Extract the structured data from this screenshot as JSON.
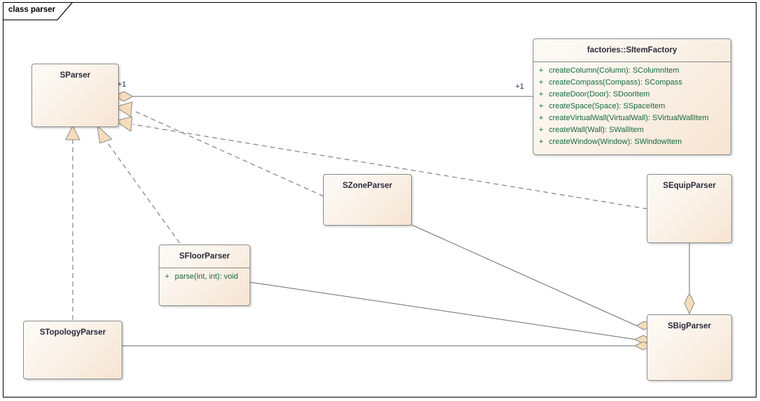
{
  "diagram": {
    "frame_label": "class parser",
    "kind": "uml-class-diagram",
    "colors": {
      "class_fill_light": "#fdfaf6",
      "class_fill_dark": "#f6e4d2",
      "class_border": "#8a8a8a",
      "member_text": "#14693a",
      "name_text": "#2a2a3a",
      "connector": "#6b6b6b",
      "adornment_fill": "#f5ddbb",
      "adornment_border": "#8a8a8a",
      "label_text": "#2a2a50"
    }
  },
  "classes": [
    {
      "id": "sparser",
      "name": "SParser",
      "members": []
    },
    {
      "id": "sitemfactory",
      "name": "factories::SItemFactory",
      "members": [
        {
          "visibility": "+",
          "signature": "createColumn(Column): SColumnItem"
        },
        {
          "visibility": "+",
          "signature": "createCompass(Compass): SCompass"
        },
        {
          "visibility": "+",
          "signature": "createDoor(Door): SDoorItem"
        },
        {
          "visibility": "+",
          "signature": "createSpace(Space): SSpaceItem"
        },
        {
          "visibility": "+",
          "signature": "createVirtualWall(VirtualWall): SVirtualWallItem"
        },
        {
          "visibility": "+",
          "signature": "createWall(Wall): SWallItem"
        },
        {
          "visibility": "+",
          "signature": "createWindow(Window): SWindowItem"
        }
      ]
    },
    {
      "id": "szoneparser",
      "name": "SZoneParser",
      "members": []
    },
    {
      "id": "sequipparser",
      "name": "SEquipParser",
      "members": []
    },
    {
      "id": "sfloorparser",
      "name": "SFloorParser",
      "members": [
        {
          "visibility": "+",
          "signature": "parse(int, int): void"
        }
      ]
    },
    {
      "id": "stopologyparser",
      "name": "STopologyParser",
      "members": []
    },
    {
      "id": "sbigparser",
      "name": "SBigParser",
      "members": []
    }
  ],
  "multiplicities": [
    {
      "id": "mult-sparser-end",
      "text": "+1"
    },
    {
      "id": "mult-sitemfactory-end",
      "text": "+1"
    }
  ],
  "relationships": [
    {
      "type": "aggregation",
      "from": "sparser",
      "to": "sitemfactory",
      "from_mult": "+1",
      "to_mult": "+1"
    },
    {
      "type": "realization",
      "from": "szoneparser",
      "to": "sparser"
    },
    {
      "type": "realization",
      "from": "sequipparser",
      "to": "sparser"
    },
    {
      "type": "realization",
      "from": "sfloorparser",
      "to": "sparser"
    },
    {
      "type": "realization",
      "from": "stopologyparser",
      "to": "sparser"
    },
    {
      "type": "aggregation",
      "from": "sbigparser",
      "to": "szoneparser"
    },
    {
      "type": "aggregation",
      "from": "sbigparser",
      "to": "sfloorparser"
    },
    {
      "type": "aggregation",
      "from": "sbigparser",
      "to": "stopologyparser"
    },
    {
      "type": "aggregation",
      "from": "sbigparser",
      "to": "sequipparser"
    }
  ]
}
